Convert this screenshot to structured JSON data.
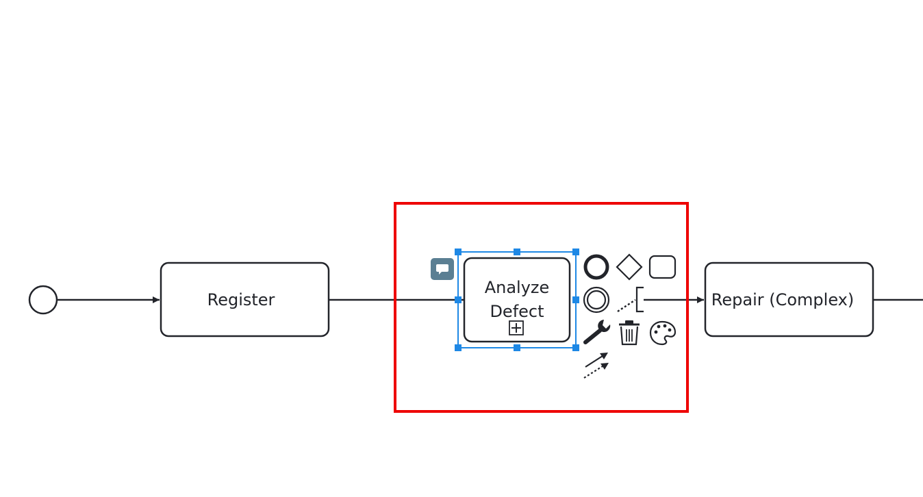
{
  "diagram": {
    "tasks": {
      "register": {
        "label": "Register"
      },
      "analyze": {
        "label_line1": "Analyze",
        "label_line2": "Defect"
      },
      "repair": {
        "label": "Repair (Complex)"
      }
    },
    "context_pad": {
      "icons": [
        "end-event-icon",
        "gateway-icon",
        "task-icon",
        "intermediate-event-icon",
        "text-annotation-icon",
        "wrench-icon",
        "trash-icon",
        "palette-icon",
        "connect-arrow-icon"
      ]
    },
    "colors": {
      "stroke": "#22242a",
      "selection": "#1e88e5",
      "highlight": "#ee0000",
      "comment_badge": "#5b7f93"
    }
  }
}
